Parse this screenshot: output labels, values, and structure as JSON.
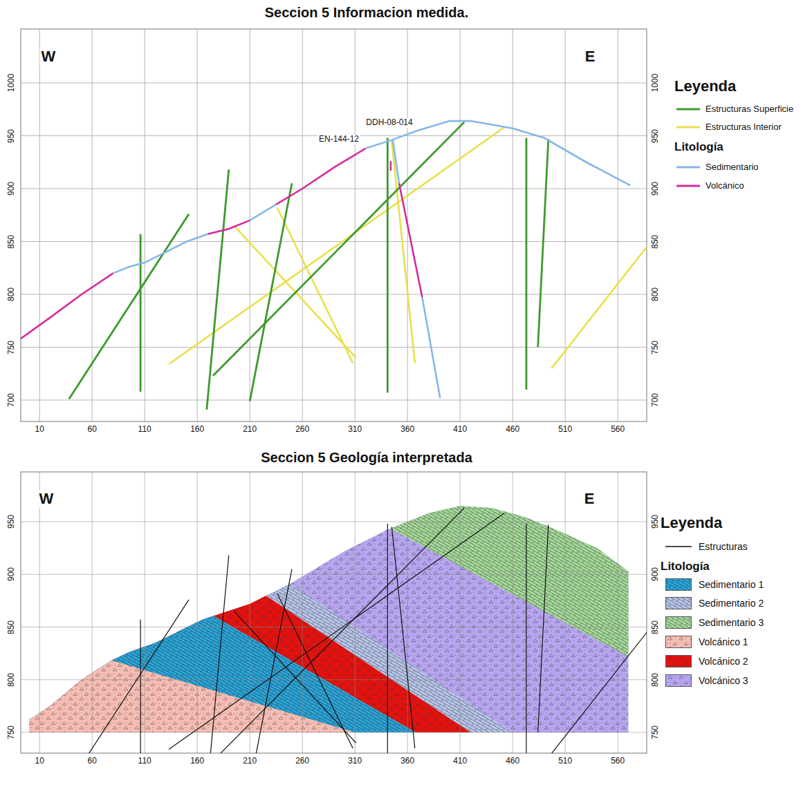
{
  "diagram": {
    "title": "Seccion 5 Informacion medida.",
    "labels": [
      "Seccion 5 Geología interpretada",
      "W",
      "E",
      "W",
      "E",
      "DDH-08-014",
      "EN-144-12",
      "Leyenda",
      "Litología",
      "Leyenda",
      "Litología",
      "1000",
      "950",
      "900",
      "850",
      "800",
      "750",
      "700",
      "1000",
      "950",
      "900",
      "850",
      "800",
      "750",
      "700",
      "10",
      "60",
      "110",
      "160",
      "210",
      "260",
      "310",
      "360",
      "410",
      "460",
      "510",
      "560",
      "950",
      "900",
      "850",
      "800",
      "750",
      "950",
      "900",
      "850",
      "800",
      "750",
      "10",
      "60",
      "110",
      "160",
      "210",
      "260",
      "310",
      "360",
      "410",
      "460",
      "510",
      "560"
    ],
    "legend": [
      {
        "text": "Estructuras Superficie"
      },
      {
        "text": "Estructuras Interior"
      },
      {
        "text": "Sedimentario"
      },
      {
        "text": "Volcánico"
      },
      {
        "text": "Estructuras"
      },
      {
        "text": "Sedimentario 1",
        "color": "#2aa6d8"
      },
      {
        "text": "Sedimentario 2",
        "color": "#b9c8ea"
      },
      {
        "text": "Sedimentario 3",
        "color": "#a6dc98"
      },
      {
        "text": "Volcánico 1",
        "color": "#f6bdb4"
      },
      {
        "text": "Volcánico 2",
        "color": "#e3120f"
      },
      {
        "text": "Volcánico 3",
        "color": "#b7a5f0"
      }
    ]
  }
}
